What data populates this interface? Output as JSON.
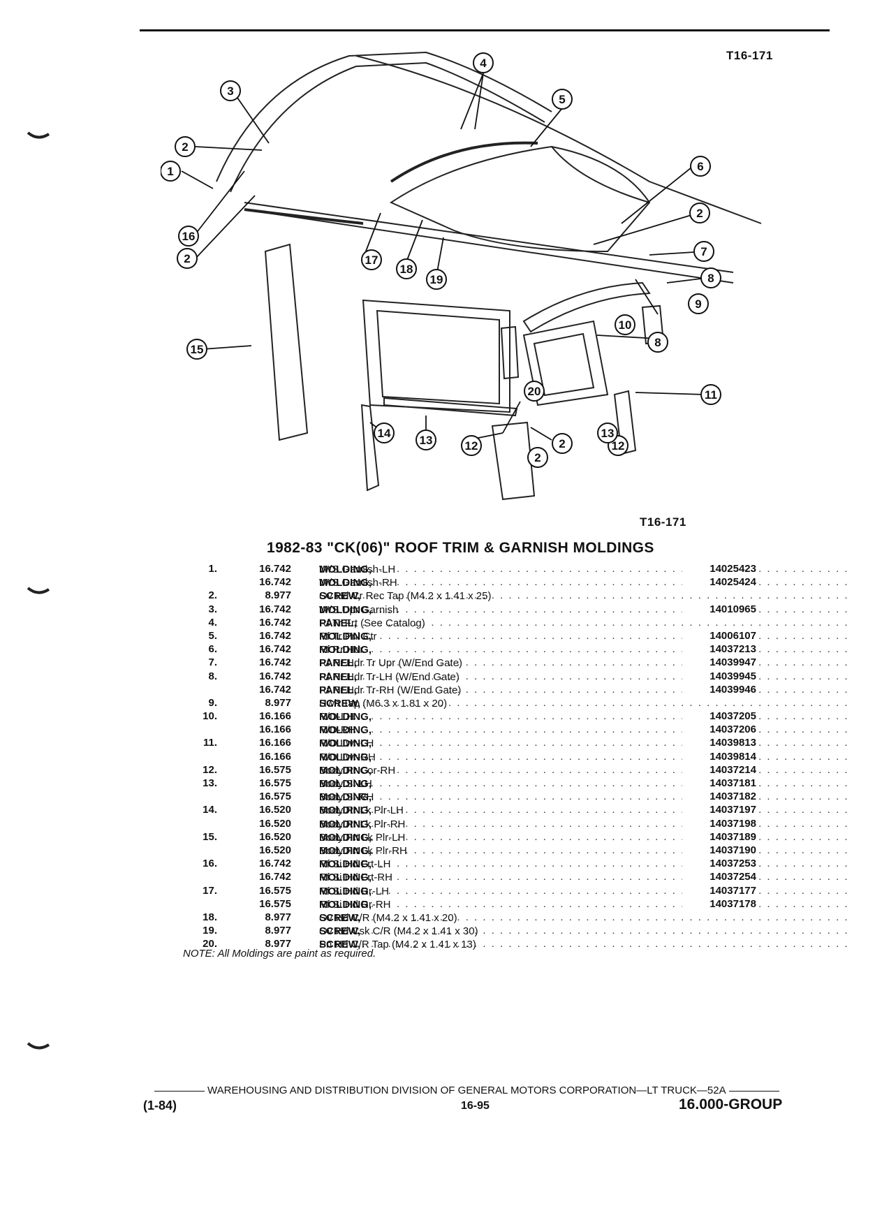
{
  "figure": {
    "id_top": "T16-171",
    "id_bottom": "T16-171",
    "callouts": [
      "1",
      "2",
      "3",
      "4",
      "5",
      "6",
      "7",
      "8",
      "9",
      "10",
      "11",
      "12",
      "13",
      "14",
      "15",
      "16",
      "17",
      "18",
      "19",
      "20"
    ]
  },
  "section_title": "1982-83 \"CK(06)\" ROOF TRIM & GARNISH MOLDINGS",
  "parts": [
    {
      "item": "1.",
      "group": "16.742",
      "noun": "MOLDING,",
      "desc": "W/S Garnish-LH",
      "part_no": "14025423"
    },
    {
      "item": "",
      "group": "16.742",
      "noun": "MOLDING,",
      "desc": "W/S Garnish-RH",
      "part_no": "14025424"
    },
    {
      "item": "2.",
      "group": "8.977",
      "noun": "SCREW,",
      "desc": "Ov Hd Cr Rec Tap (M4.2 x 1.41 x 25)",
      "part_no": ""
    },
    {
      "item": "3.",
      "group": "16.742",
      "noun": "MOLDING,",
      "desc": "W/S Upr Garnish",
      "part_no": "14010965"
    },
    {
      "item": "4.",
      "group": "16.742",
      "noun": "PANEL,",
      "desc": "Rf Tr Frt (See Catalog)",
      "part_no": ""
    },
    {
      "item": "5.",
      "group": "16.742",
      "noun": "MOLDING,",
      "desc": "Rf Tr Pnl Ctr",
      "part_no": "14006107"
    },
    {
      "item": "6.",
      "group": "16.742",
      "noun": "MOLDING,",
      "desc": "Rf Rr Hdr",
      "part_no": "14037213"
    },
    {
      "item": "7.",
      "group": "16.742",
      "noun": "PANEL,",
      "desc": "Rf Rr Hdr Tr Upr (W/End Gate)",
      "part_no": "14039947"
    },
    {
      "item": "8.",
      "group": "16.742",
      "noun": "PANEL,",
      "desc": "Rf Rr Hdr Tr-LH (W/End Gate)",
      "part_no": "14039945"
    },
    {
      "item": "",
      "group": "16.742",
      "noun": "PANEL,",
      "desc": "Rf Rr Hdr Tr-RH (W/End Gate)",
      "part_no": "14039946"
    },
    {
      "item": "9.",
      "group": "8.977",
      "noun": "SCREW,",
      "desc": "Hwh Tap (M6.3 x 1.81 x 20)",
      "part_no": ""
    },
    {
      "item": "10.",
      "group": "16.166",
      "noun": "MOLDING,",
      "desc": "R/D-LH",
      "part_no": "14037205"
    },
    {
      "item": "",
      "group": "16.166",
      "noun": "MOLDING,",
      "desc": "R/D-RH",
      "part_no": "14037206"
    },
    {
      "item": "11.",
      "group": "16.166",
      "noun": "MOLDING,",
      "desc": "R/D Lwr-LH",
      "part_no": "14039813"
    },
    {
      "item": "",
      "group": "16.166",
      "noun": "MOLDING,",
      "desc": "R/D Lwr-RH",
      "part_no": "14039814"
    },
    {
      "item": "12.",
      "group": "16.575",
      "noun": "MOLDING,",
      "desc": "Body Rr Cor-RH",
      "part_no": "14037214"
    },
    {
      "item": "13.",
      "group": "16.575",
      "noun": "MOLDING,",
      "desc": "Body Si-LH",
      "part_no": "14037181"
    },
    {
      "item": "",
      "group": "16.575",
      "noun": "MOLDING,",
      "desc": "Body Si-RH",
      "part_no": "14037182"
    },
    {
      "item": "14.",
      "group": "16.520",
      "noun": "MOLDING,",
      "desc": "Body Rr Lk Plr-LH",
      "part_no": "14037197"
    },
    {
      "item": "",
      "group": "16.520",
      "noun": "MOLDING,",
      "desc": "Body Rr Lk Plr-RH",
      "part_no": "14037198"
    },
    {
      "item": "15.",
      "group": "16.520",
      "noun": "MOLDING,",
      "desc": "Body Frt Lk Plr-LH",
      "part_no": "14037189"
    },
    {
      "item": "",
      "group": "16.520",
      "noun": "MOLDING,",
      "desc": "Body Frt Lk Plr-RH",
      "part_no": "14037190"
    },
    {
      "item": "16.",
      "group": "16.742",
      "noun": "MOLDING,",
      "desc": "Rf Si Hd Frt-LH",
      "part_no": "14037253"
    },
    {
      "item": "",
      "group": "16.742",
      "noun": "MOLDING,",
      "desc": "Rf Si Hd Frt-RH",
      "part_no": "14037254"
    },
    {
      "item": "17.",
      "group": "16.575",
      "noun": "MOLDING,",
      "desc": "Rf Si Hd Rr-LH",
      "part_no": "14037177"
    },
    {
      "item": "",
      "group": "16.575",
      "noun": "MOLDING,",
      "desc": "Rf Si Hd Rr-RH",
      "part_no": "14037178"
    },
    {
      "item": "18.",
      "group": "8.977",
      "noun": "SCREW,",
      "desc": "Ov Hd C/R (M4.2 x 1.41 x 20)",
      "part_no": ""
    },
    {
      "item": "19.",
      "group": "8.977",
      "noun": "SCREW,",
      "desc": "Ov Hd Csk C/R (M4.2 x 1.41 x 30)",
      "part_no": ""
    },
    {
      "item": "20.",
      "group": "8.977",
      "noun": "SCREW,",
      "desc": "Pn Hd C/R Tap (M4.2 x 1.41 x 13)",
      "part_no": ""
    }
  ],
  "note": "NOTE: All Moldings are paint as required.",
  "footer": {
    "division": "WAREHOUSING AND DISTRIBUTION DIVISION OF GENERAL MOTORS CORPORATION—LT TRUCK—52A",
    "date": "(1-84)",
    "page": "16-95",
    "group": "16.000-GROUP"
  }
}
